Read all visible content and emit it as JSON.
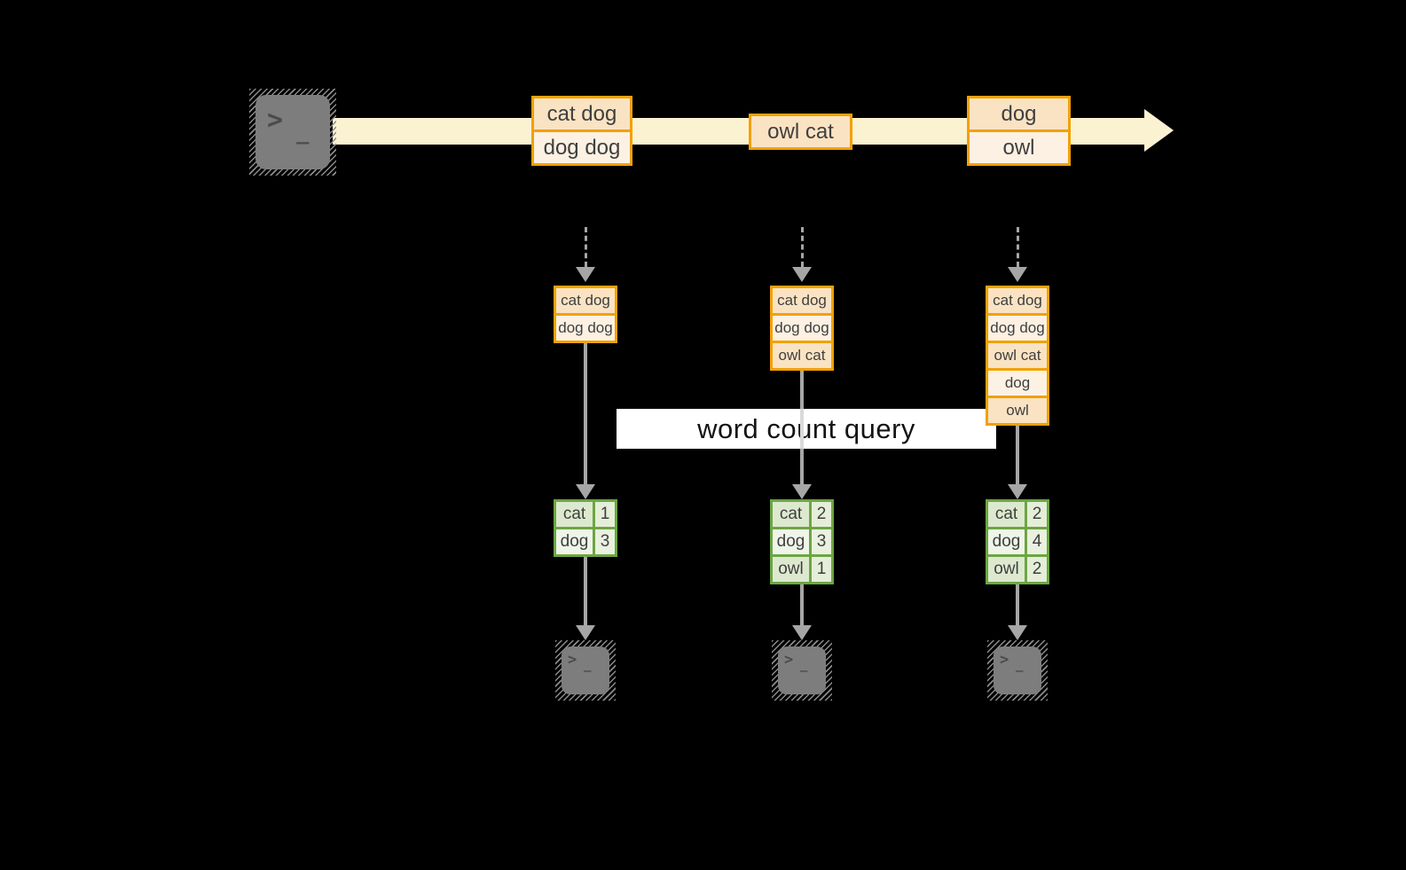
{
  "diagram": {
    "query_label": "word count query",
    "terminal": {
      "chevron": ">",
      "cursor": "_"
    },
    "stream_boxes": [
      {
        "rows": [
          "cat dog",
          "dog dog"
        ]
      },
      {
        "rows": [
          "owl cat"
        ]
      },
      {
        "rows": [
          "dog",
          "owl"
        ]
      }
    ],
    "columns": [
      {
        "state_rows": [
          "cat dog",
          "dog dog"
        ],
        "counts": [
          {
            "word": "cat",
            "count": "1"
          },
          {
            "word": "dog",
            "count": "3"
          }
        ]
      },
      {
        "state_rows": [
          "cat dog",
          "dog dog",
          "owl cat"
        ],
        "counts": [
          {
            "word": "cat",
            "count": "2"
          },
          {
            "word": "dog",
            "count": "3"
          },
          {
            "word": "owl",
            "count": "1"
          }
        ]
      },
      {
        "state_rows": [
          "cat dog",
          "dog dog",
          "owl cat",
          "dog",
          "owl"
        ],
        "counts": [
          {
            "word": "cat",
            "count": "2"
          },
          {
            "word": "dog",
            "count": "4"
          },
          {
            "word": "owl",
            "count": "2"
          }
        ]
      }
    ]
  },
  "colors": {
    "background": "#000000",
    "stream_band": "#FBF2D2",
    "orange_border": "#F2A104",
    "orange_fill_dark": "#FAE3C3",
    "orange_fill_light": "#FCF1E3",
    "green_border": "#6CA643",
    "green_fill_dark": "#DDE9CF",
    "green_fill_light": "#EFF5E9",
    "arrow_gray": "#A6A6A6",
    "terminal_gray": "#7D7D7D",
    "query_band": "#FFFFFF"
  }
}
